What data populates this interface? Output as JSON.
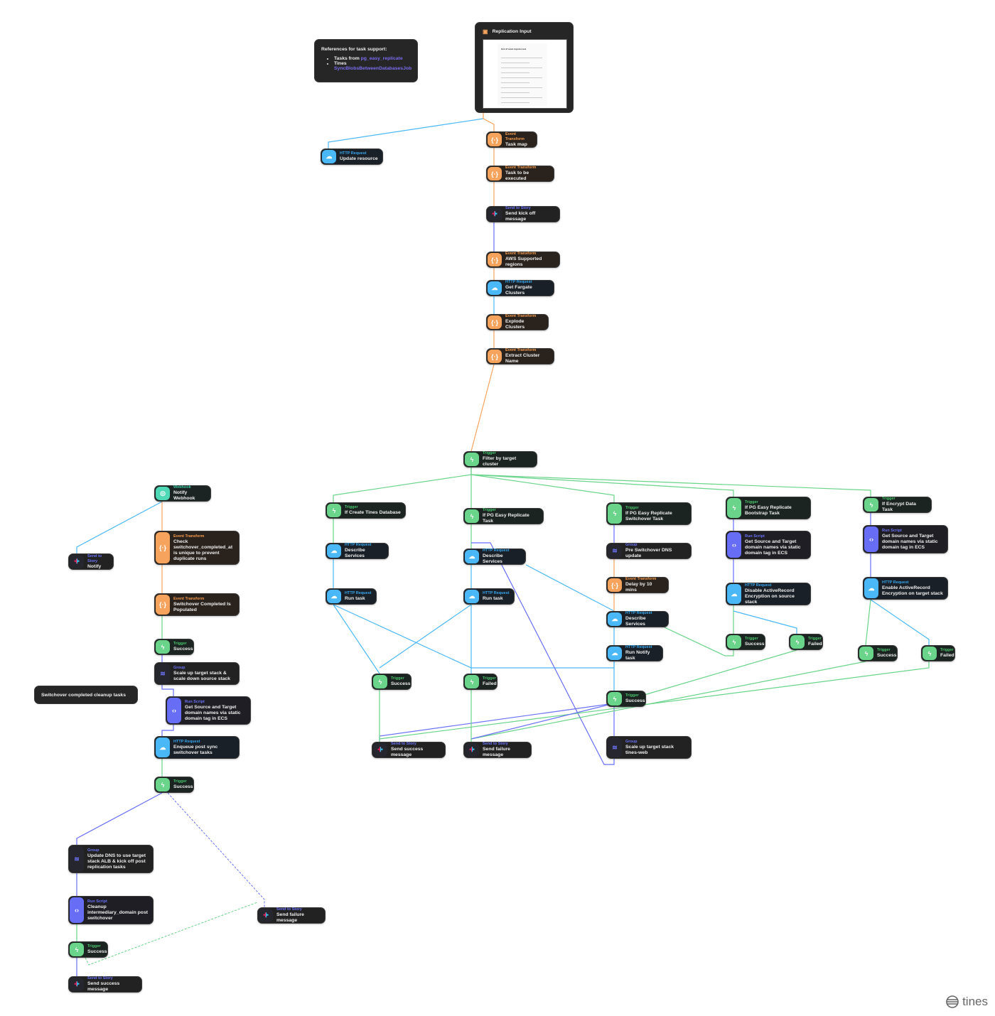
{
  "notes": {
    "references": {
      "title": "References for task support:",
      "item1_prefix": "Tasks from ",
      "item1_link": "pg_easy_replicate",
      "item2_prefix": "Tines",
      "item2_link": "SyncBlobsBetweenDatabasesJob"
    },
    "replication_input": {
      "title": "Replication Input",
      "form_title": "Kick off tenant migration task"
    },
    "cleanup": {
      "title": "Switchover completed cleanup tasks"
    }
  },
  "type_labels": {
    "transform": "Event Transform",
    "http": "HTTP Request",
    "trigger": "Trigger",
    "story": "Send to Story",
    "group": "Group",
    "script": "Run Script",
    "webhook": "Webhook"
  },
  "nodes": [
    {
      "type": "http",
      "title": "Update resource"
    },
    {
      "type": "transform",
      "title": "Task map"
    },
    {
      "type": "transform",
      "title": "Task to be executed"
    },
    {
      "type": "story",
      "title": "Send kick off message"
    },
    {
      "type": "transform",
      "title": "AWS Supported regions"
    },
    {
      "type": "http",
      "title": "Get Fargate Clusters"
    },
    {
      "type": "transform",
      "title": "Explode Clusters"
    },
    {
      "type": "transform",
      "title": "Extract Cluster Name"
    },
    {
      "type": "trigger",
      "title": "Filter by target cluster"
    },
    {
      "type": "trigger",
      "title": "If Create Tines Database"
    },
    {
      "type": "trigger",
      "title": "If PG Easy Replicate Task"
    },
    {
      "type": "trigger",
      "title": "If PG Easy Replicate Switchover Task"
    },
    {
      "type": "trigger",
      "title": "If PG Easy Replicate Bootstrap Task"
    },
    {
      "type": "trigger",
      "title": "If Encrypt Data Task"
    },
    {
      "type": "http",
      "title": "Describe Services"
    },
    {
      "type": "http",
      "title": "Describe Services"
    },
    {
      "type": "group",
      "title": "Pre Switchover DNS update"
    },
    {
      "type": "script",
      "title": "Get Source and Target domain names via static domain tag in ECS"
    },
    {
      "type": "script",
      "title": "Get Source and Target domain names via static domain tag in ECS"
    },
    {
      "type": "http",
      "title": "Run task"
    },
    {
      "type": "http",
      "title": "Run task"
    },
    {
      "type": "transform",
      "title": "Delay by 10 mins"
    },
    {
      "type": "http",
      "title": "Disable ActiveRecord Encryption on source stack"
    },
    {
      "type": "http",
      "title": "Enable ActiveRecord Encryption on target stack"
    },
    {
      "type": "http",
      "title": "Describe Services"
    },
    {
      "type": "trigger",
      "title": "Success"
    },
    {
      "type": "trigger",
      "title": "Failed"
    },
    {
      "type": "trigger",
      "title": "Success"
    },
    {
      "type": "trigger",
      "title": "Failed"
    },
    {
      "type": "http",
      "title": "Run Notify task"
    },
    {
      "type": "trigger",
      "title": "Success"
    },
    {
      "type": "trigger",
      "title": "Failed"
    },
    {
      "type": "trigger",
      "title": "Success"
    },
    {
      "type": "story",
      "title": "Send success message"
    },
    {
      "type": "story",
      "title": "Send failure message"
    },
    {
      "type": "group",
      "title": "Scale up target stack tines-web"
    },
    {
      "type": "webhook",
      "title": "Notify Webhook"
    },
    {
      "type": "story",
      "title": "Notify"
    },
    {
      "type": "transform",
      "title": "Check switchover_completed_at is unique to prevent duplicate runs"
    },
    {
      "type": "transform",
      "title": "Switchover Completed Is Populated"
    },
    {
      "type": "trigger",
      "title": "Success"
    },
    {
      "type": "group",
      "title": "Scale up target stack & scale down source stack"
    },
    {
      "type": "script",
      "title": "Get Source and Target domain names via static domain tag in ECS"
    },
    {
      "type": "http",
      "title": "Enqueue post sync switchover tasks"
    },
    {
      "type": "trigger",
      "title": "Success"
    },
    {
      "type": "group",
      "title": "Update DNS to use target stack ALB & kick off post replication tasks"
    },
    {
      "type": "script",
      "title": "Cleanup intermediary_domain post switchover"
    },
    {
      "type": "trigger",
      "title": "Success"
    },
    {
      "type": "story",
      "title": "Send failure message"
    },
    {
      "type": "story",
      "title": "Send success message"
    }
  ],
  "branding": {
    "logo_text": "tines"
  },
  "colors": {
    "transform": "#f6a35e",
    "http": "#4ab8f6",
    "trigger": "#69d48a",
    "script": "#676ef5",
    "webhook": "#4fd8b6",
    "story": "#6b72f6"
  }
}
